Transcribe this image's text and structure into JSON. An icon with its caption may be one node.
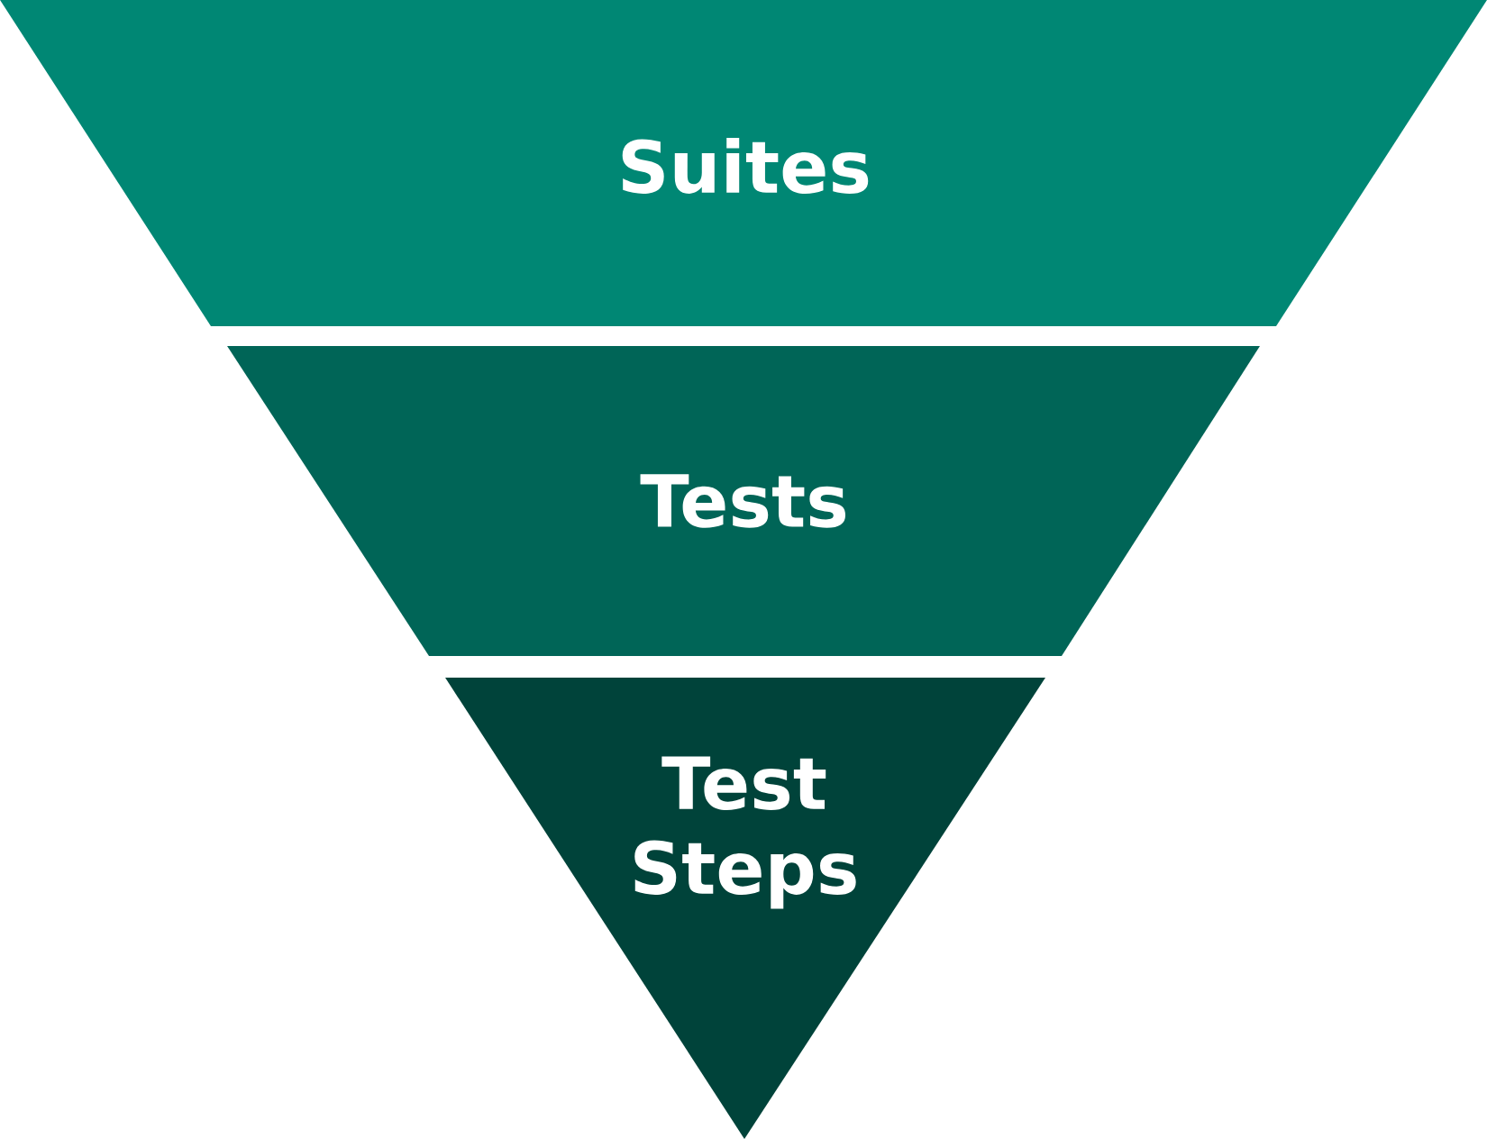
{
  "diagram": {
    "nodes": [
      {
        "text": [
          "Suites"
        ]
      },
      {
        "text": [
          "Tests"
        ]
      },
      {
        "text": [
          "Test Steps"
        ]
      }
    ]
  }
}
